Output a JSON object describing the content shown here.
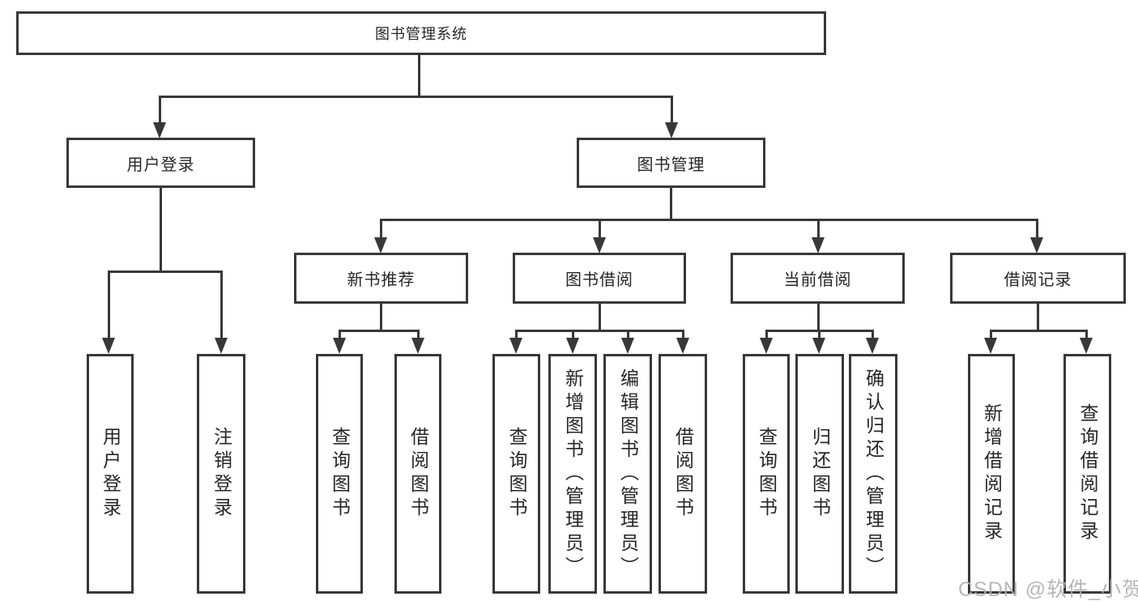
{
  "tree": {
    "label": "图书管理系统",
    "children": [
      {
        "label": "用户登录",
        "children": [
          {
            "label": "用户登录"
          },
          {
            "label": "注销登录"
          }
        ]
      },
      {
        "label": "图书管理",
        "children": [
          {
            "label": "新书推荐",
            "children": [
              {
                "label": "查询图书"
              },
              {
                "label": "借阅图书"
              }
            ]
          },
          {
            "label": "图书借阅",
            "children": [
              {
                "label": "查询图书"
              },
              {
                "label": "新增图书（管理员）"
              },
              {
                "label": "编辑图书（管理员）"
              },
              {
                "label": "借阅图书"
              }
            ]
          },
          {
            "label": "当前借阅",
            "children": [
              {
                "label": "查询图书"
              },
              {
                "label": "归还图书"
              },
              {
                "label": "确认归还（管理员）"
              }
            ]
          },
          {
            "label": "借阅记录",
            "children": [
              {
                "label": "新增借阅记录"
              },
              {
                "label": "查询借阅记录"
              }
            ]
          }
        ]
      }
    ]
  },
  "watermark": {
    "text": "CSDN @软件_小贺同学"
  },
  "colors": {
    "line": "#383838",
    "text": "#262626",
    "watermark": "#b0b0b0",
    "background": "#ffffff"
  }
}
